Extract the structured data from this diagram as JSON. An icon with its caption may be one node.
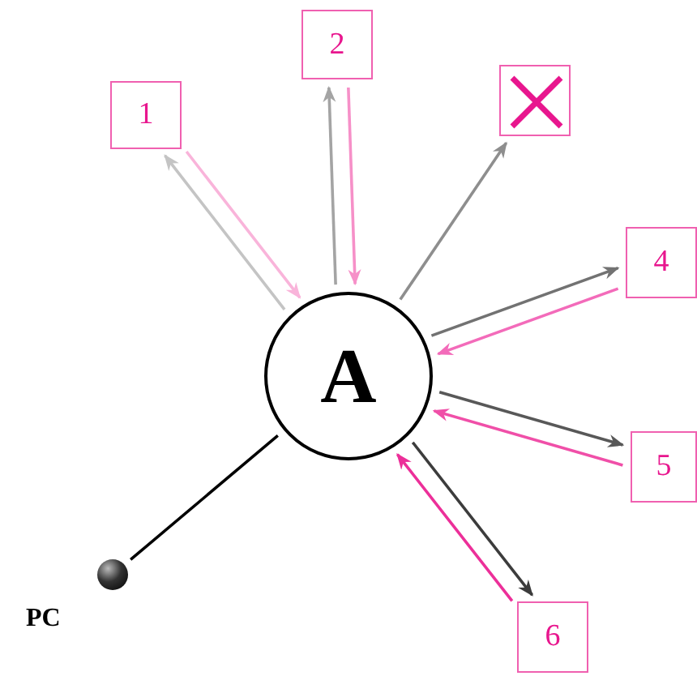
{
  "diagram": {
    "nodes": [
      {
        "text": [
          "1"
        ]
      },
      {
        "text": [
          "2"
        ]
      },
      {
        "text": [],
        "shape": "box"
      },
      {
        "text": [
          "4"
        ]
      },
      {
        "text": [
          "A"
        ]
      },
      {
        "text": [
          "5"
        ]
      },
      {
        "text": [
          "6"
        ]
      },
      {
        "text": [],
        "shape": "circle",
        "beside": [
          "PC"
        ]
      }
    ],
    "edges": [
      {
        "from": 4,
        "to": 0,
        "arrow": "to",
        "color": "#c4c4c4"
      },
      {
        "from": 0,
        "to": 4,
        "arrow": "to",
        "color": "#f9b4da"
      },
      {
        "from": 4,
        "to": 1,
        "arrow": "to",
        "color": "#a4a4a4"
      },
      {
        "from": 1,
        "to": 4,
        "arrow": "to",
        "color": "#f690c8"
      },
      {
        "from": 4,
        "to": 2,
        "arrow": "to",
        "color": "#8e8e8e"
      },
      {
        "from": 4,
        "to": 3,
        "arrow": "to",
        "color": "#727272"
      },
      {
        "from": 3,
        "to": 4,
        "arrow": "to",
        "color": "#f36bba"
      },
      {
        "from": 4,
        "to": 5,
        "arrow": "to",
        "color": "#585858"
      },
      {
        "from": 5,
        "to": 4,
        "arrow": "to",
        "color": "#f04fa8"
      },
      {
        "from": 4,
        "to": 6,
        "arrow": "to",
        "color": "#3c3c3c"
      },
      {
        "from": 6,
        "to": 4,
        "arrow": "to",
        "color": "#ec2f99"
      },
      {
        "from": 4,
        "to": 7,
        "arrow": "none",
        "color": "#000000"
      }
    ]
  }
}
